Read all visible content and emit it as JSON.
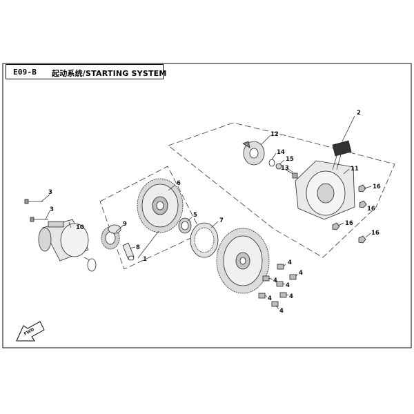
{
  "diagram": {
    "code": "E09-B",
    "title": "起动系统/STARTING SYSTEM",
    "direction_marker": "FWD",
    "callouts": [
      "1",
      "2",
      "3",
      "3",
      "4",
      "4",
      "4",
      "4",
      "4",
      "4",
      "4",
      "5",
      "6",
      "7",
      "8",
      "9",
      "10",
      "11",
      "12",
      "13",
      "14",
      "15",
      "16",
      "16",
      "16",
      "16"
    ]
  }
}
